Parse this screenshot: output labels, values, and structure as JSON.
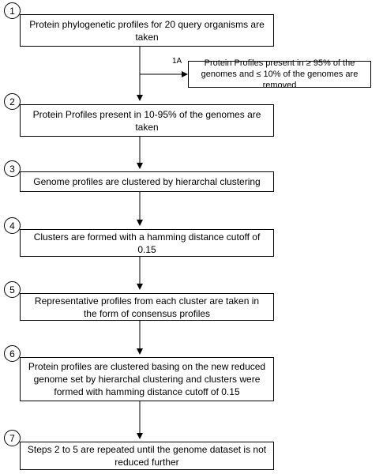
{
  "steps": [
    {
      "number": "1",
      "text": "Protein phylogenetic profiles for 20 query organisms are taken"
    },
    {
      "number": "2",
      "text": "Protein Profiles present in 10-95% of the genomes are taken"
    },
    {
      "number": "3",
      "text": "Genome profiles are clustered by hierarchal clustering"
    },
    {
      "number": "4",
      "text": "Clusters are formed with a hamming distance cutoff of 0.15"
    },
    {
      "number": "5",
      "text": "Representative profiles from each cluster are taken in the form of consensus profiles"
    },
    {
      "number": "6",
      "text": "Protein profiles are clustered basing on the new reduced genome set by hierarchal clustering and clusters were formed with hamming distance cutoff of 0.15"
    },
    {
      "number": "7",
      "text": "Steps 2 to 5 are repeated until the genome dataset is not reduced further"
    }
  ],
  "branch": {
    "label": "1A",
    "text": "Protein Profiles present in ≥ 95% of the genomes and ≤ 10% of the genomes are removed"
  }
}
